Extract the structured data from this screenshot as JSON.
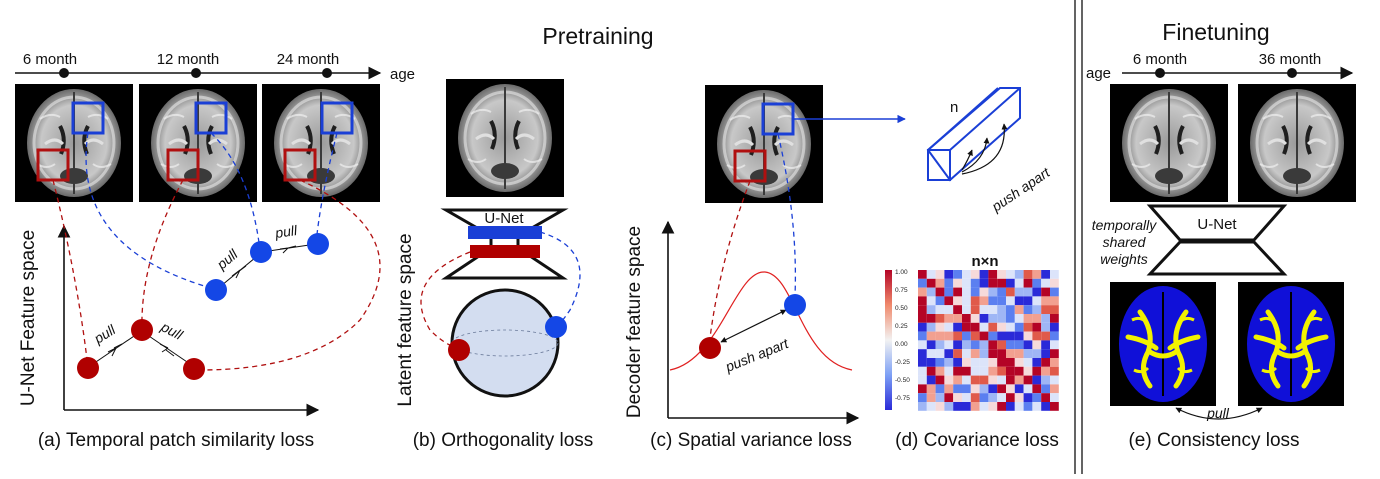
{
  "headings": {
    "pretraining": "Pretraining",
    "finetuning": "Finetuning"
  },
  "timeline_a": {
    "label": "age",
    "ticks": [
      "6 month",
      "12 month",
      "24 month"
    ]
  },
  "timeline_e": {
    "label": "age",
    "ticks": [
      "6 month",
      "36 month"
    ]
  },
  "panel_a": {
    "caption": "(a) Temporal patch similarity loss",
    "y_axis": "U-Net Feature space",
    "pull_labels": [
      "pull",
      "pull",
      "pull",
      "pull"
    ]
  },
  "panel_b": {
    "caption": "(b) Orthogonality loss",
    "y_axis": "Latent feature space",
    "network": "U-Net"
  },
  "panel_c": {
    "caption": "(c) Spatial variance loss",
    "y_axis": "Decoder feature space",
    "push_label": "push apart",
    "feature_dim": "n",
    "cube_push_label": "push apart"
  },
  "panel_d": {
    "caption": "(d) Covariance loss",
    "matrix_title": "n×n",
    "colorbar_ticks": [
      "1.00",
      "0.75",
      "0.50",
      "0.25",
      "0.00",
      "-0.25",
      "-0.50",
      "-0.75"
    ]
  },
  "panel_e": {
    "caption": "(e) Consistency loss",
    "network": "U-Net",
    "shared_label": [
      "temporally",
      "shared",
      "weights"
    ],
    "pull_label": "pull"
  },
  "colors": {
    "patch_red": "#b01010",
    "patch_blue": "#1a3fd6",
    "point_red": "#b00000",
    "point_blue": "#1447e6",
    "sphere": "#d3ddf0",
    "seg_blue": "#1010d8",
    "seg_yellow": "#f2f200"
  }
}
